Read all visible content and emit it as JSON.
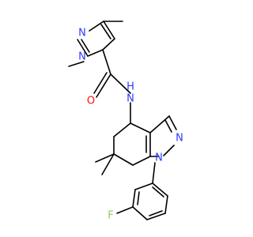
{
  "molecule": {
    "labels": {
      "n1": "N",
      "n2": "N",
      "o": "O",
      "nh": "N",
      "h": "H",
      "n3": "N",
      "n4": "N",
      "f": "F"
    }
  },
  "colors": {
    "nitrogen": "#2f39ff",
    "oxygen": "#ff0d0d",
    "fluorine": "#8fd14f",
    "bond": "#000000"
  }
}
